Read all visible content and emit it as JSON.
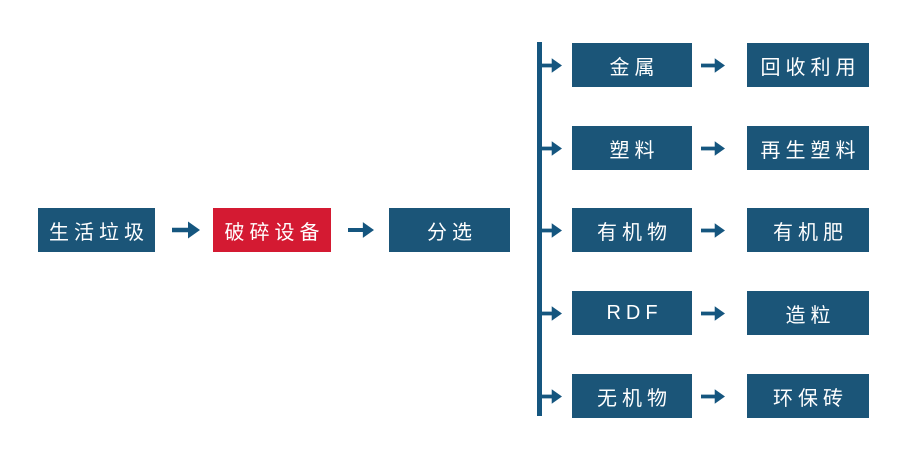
{
  "colors": {
    "box_blue": "#1B5578",
    "box_red": "#D41A32",
    "arrow_blue": "#15567F",
    "text_white": "#FFFFFF",
    "background": "#FFFFFF"
  },
  "main_flow": {
    "household_waste": "生活垃圾",
    "crushing_equipment": "破碎设备",
    "sorting": "分选"
  },
  "branches": [
    {
      "source": "金属",
      "result": "回收利用"
    },
    {
      "source": "塑料",
      "result": "再生塑料"
    },
    {
      "source": "有机物",
      "result": "有机肥"
    },
    {
      "source": "RDF",
      "result": "造粒"
    },
    {
      "source": "无机物",
      "result": "环保砖"
    }
  ]
}
